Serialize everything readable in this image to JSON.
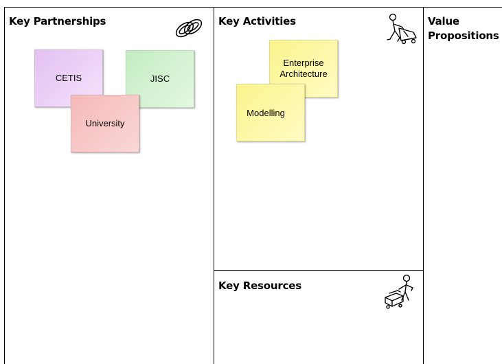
{
  "sections": {
    "key_partnerships": {
      "title": "Key Partnerships",
      "icon": "chain-links-icon"
    },
    "key_activities": {
      "title": "Key Activities",
      "icon": "worker-with-dolly-icon"
    },
    "value_propositions": {
      "title": "Value Propositions"
    },
    "key_resources": {
      "title": "Key Resources",
      "icon": "worker-with-boxes-icon"
    }
  },
  "notes": {
    "cetis": {
      "label": "CETIS",
      "color": "#eccaf6"
    },
    "jisc": {
      "label": "JISC",
      "color": "#cff1cd"
    },
    "university": {
      "label": "University",
      "color": "#f5c1c1"
    },
    "enterprise_architecture": {
      "label": "Enterprise Architecture",
      "color": "#fdfa9c"
    },
    "modelling": {
      "label": "Modelling",
      "color": "#fdfa9c"
    }
  }
}
